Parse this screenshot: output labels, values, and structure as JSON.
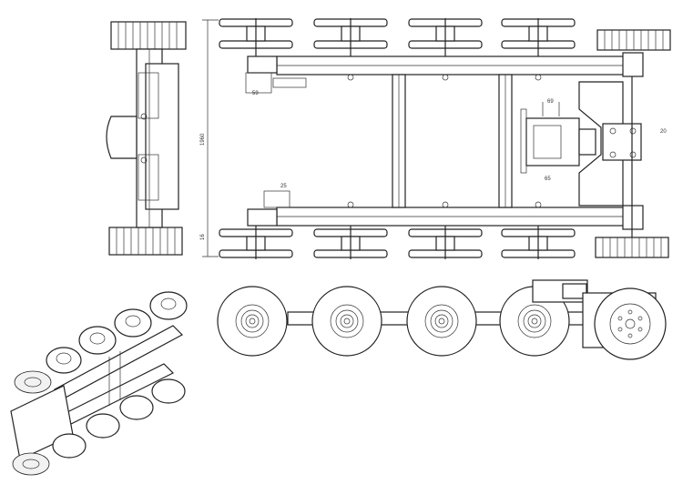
{
  "drawing": {
    "dimension_labels": {
      "overall_length": "1960",
      "pulley_offset": "59",
      "bracket_width": "25",
      "motor_dim": "69",
      "gearbox_dim": "65",
      "shaft_dim": "20",
      "side_offset": "16"
    }
  }
}
